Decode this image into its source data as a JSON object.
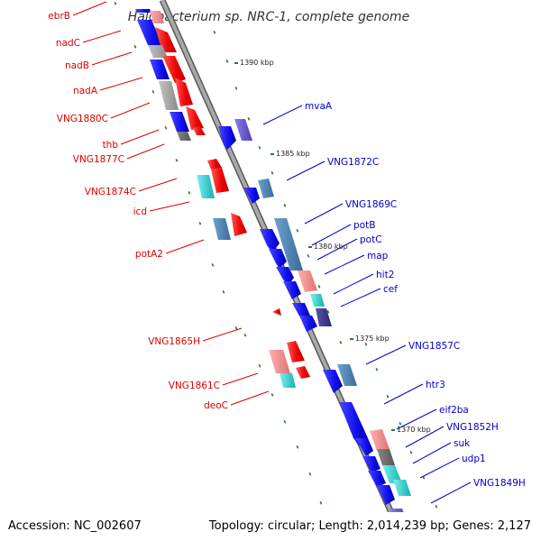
{
  "title": "Halobacterium sp. NRC-1, complete genome",
  "footer": {
    "accession": "Accession: NC_002607",
    "stats": "Topology: circular; Length: 2,014,239 bp; Genes: 2,127"
  },
  "colors": {
    "backbone": "#888888",
    "grid_dots": "#2a7a2a",
    "label_left": "#dd0000",
    "label_right": "#0000cc",
    "red": "#ee0000",
    "pink": "#ee8888",
    "blue": "#1010ee",
    "steel": "#4682b4",
    "cyan": "#22cccc",
    "gray": "#999999",
    "purple": "#6655cc"
  },
  "ticks": [
    {
      "label": "1390 kbp"
    },
    {
      "label": "1385 kbp"
    },
    {
      "label": "1380 kbp"
    },
    {
      "label": "1375 kbp"
    },
    {
      "label": "1370 kbp"
    }
  ],
  "labels_left": [
    {
      "text": "ebrB"
    },
    {
      "text": "nadC"
    },
    {
      "text": "nadB"
    },
    {
      "text": "nadA"
    },
    {
      "text": "VNG1880C"
    },
    {
      "text": "thb"
    },
    {
      "text": "VNG1877C"
    },
    {
      "text": "VNG1874C"
    },
    {
      "text": "icd"
    },
    {
      "text": "potA2"
    },
    {
      "text": "VNG1865H"
    },
    {
      "text": "VNG1861C"
    },
    {
      "text": "deoC"
    }
  ],
  "labels_right": [
    {
      "text": "mvaA"
    },
    {
      "text": "VNG1872C"
    },
    {
      "text": "VNG1869C"
    },
    {
      "text": "potB"
    },
    {
      "text": "potC"
    },
    {
      "text": "map"
    },
    {
      "text": "hit2"
    },
    {
      "text": "cef"
    },
    {
      "text": "VNG1857C"
    },
    {
      "text": "htr3"
    },
    {
      "text": "eif2ba"
    },
    {
      "text": "VNG1852H"
    },
    {
      "text": "suk"
    },
    {
      "text": "udp1"
    },
    {
      "text": "VNG1849H"
    }
  ]
}
